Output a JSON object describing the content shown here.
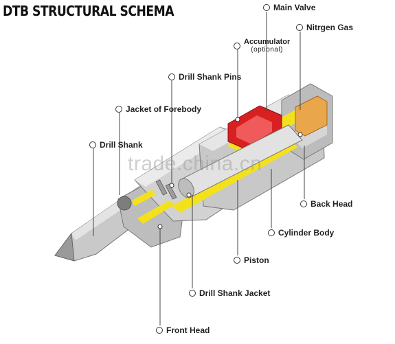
{
  "title": "DTB STRUCTURAL SCHEMA",
  "watermark": "trade.china.cn",
  "labels": {
    "main_valve": "Main Valve",
    "nitrogen_gas": "Nitrgen Gas",
    "accumulator": "Accumulator",
    "accumulator_note": "(optional)",
    "drill_shank_pins": "Drill Shank Pins",
    "jacket_of_forebody": "Jacket of Forebody",
    "drill_shank": "Drill Shank",
    "back_head": "Back Head",
    "cylinder_body": "Cylinder Body",
    "piston": "Piston",
    "drill_shank_jacket": "Drill Shank Jacket",
    "front_head": "Front Head"
  },
  "colors": {
    "body_grey": "#cfcfcf",
    "shadow_grey": "#8a8a8a",
    "highlight_yellow": "#f3e21b",
    "accumulator_red": "#d82020",
    "nitrogen_orange": "#e9a64a",
    "leader": "#444444"
  }
}
